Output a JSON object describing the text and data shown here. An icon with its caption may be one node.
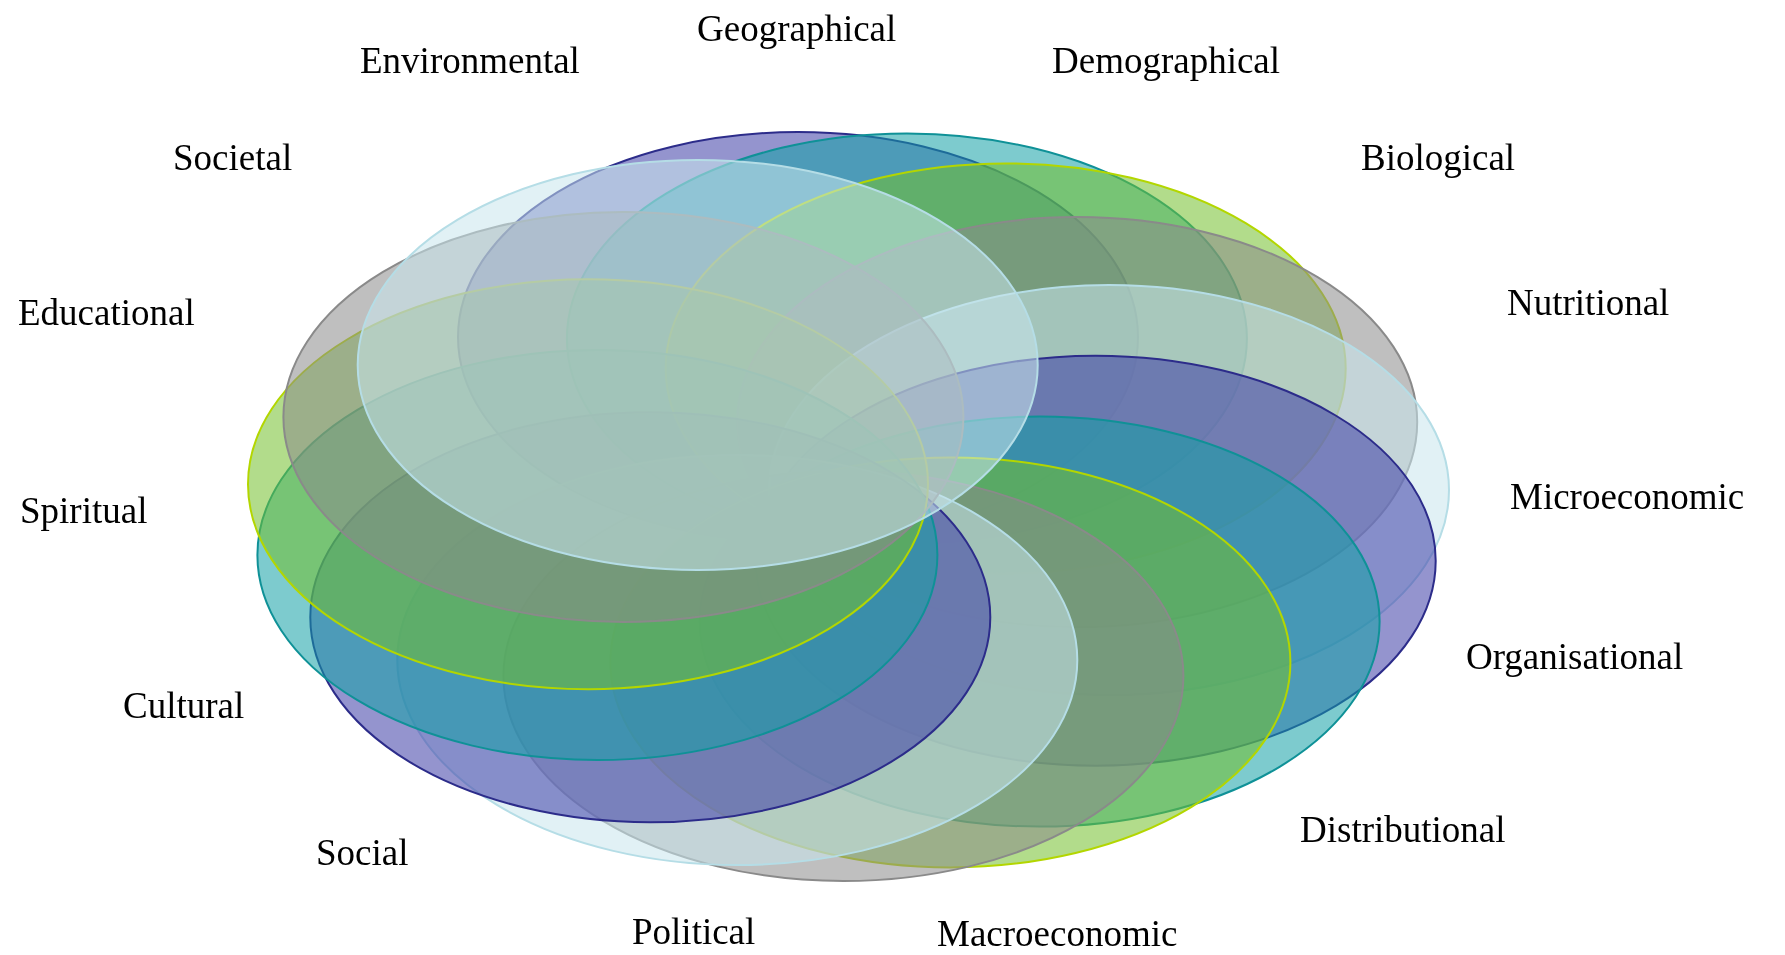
{
  "diagram": {
    "labels": [
      "Geographical",
      "Environmental",
      "Demographical",
      "Societal",
      "Biological",
      "Educational",
      "Nutritional",
      "Spiritual",
      "Microeconomic",
      "Organisational",
      "Cultural",
      "Distributional",
      "Social",
      "Political",
      "Macroeconomic"
    ]
  }
}
